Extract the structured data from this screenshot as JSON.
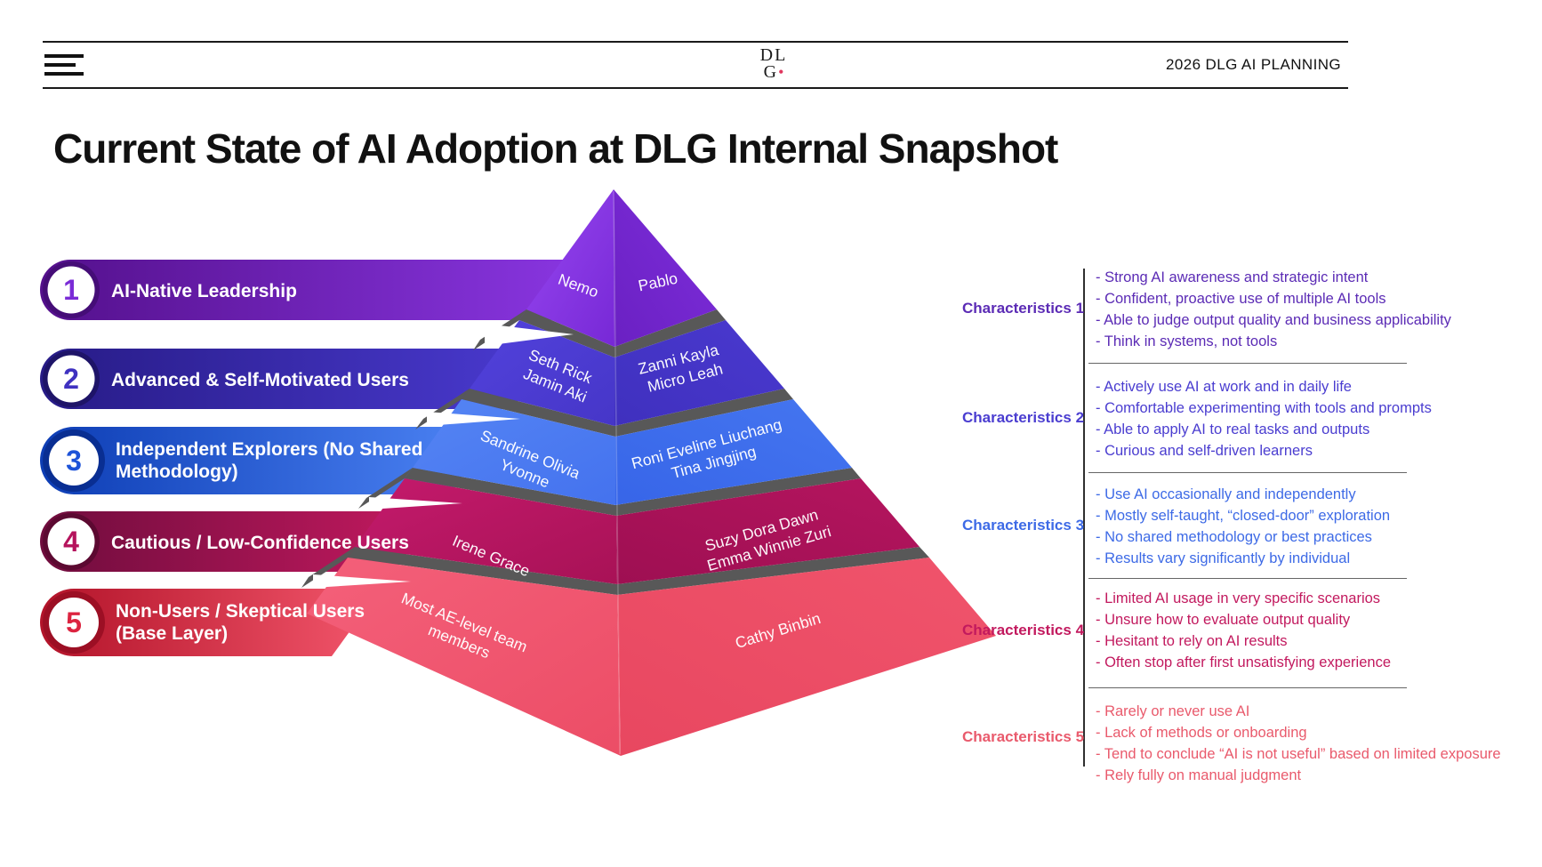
{
  "header": {
    "logo_line1": "DL",
    "logo_line2": "G",
    "logo_dot": "•",
    "right_text": "2026 DLG AI PLANNING"
  },
  "title": "Current State of AI Adoption at DLG Internal Snapshot",
  "levels": [
    {
      "number": "1",
      "pill_lines": [
        "AI-Native Leadership"
      ],
      "left_face_lines": [
        "Nemo"
      ],
      "right_face_lines": [
        "Pablo"
      ],
      "char_label": "Characteristics 1",
      "bullets": [
        "- Strong AI awareness and strategic intent",
        "- Confident, proactive use of multiple AI tools",
        "- Able to judge output quality and business applicability",
        "- Think in systems, not tools"
      ],
      "accent": "#7a2bd6"
    },
    {
      "number": "2",
      "pill_lines": [
        "Advanced & Self-Motivated Users"
      ],
      "left_face_lines": [
        "Seth Rick",
        "Jamin Aki"
      ],
      "right_face_lines": [
        "Zanni Kayla",
        "Micro Leah"
      ],
      "char_label": "Characteristics 2",
      "bullets": [
        "- Actively use AI at work and in daily life",
        "- Comfortable experimenting with tools and prompts",
        "- Able to apply AI to real tasks and outputs",
        "- Curious and self-driven learners"
      ],
      "accent": "#4a3dd0"
    },
    {
      "number": "3",
      "pill_lines": [
        "Independent Explorers (No Shared",
        "Methodology)"
      ],
      "left_face_lines": [
        "Sandrine Olivia",
        "Yvonne"
      ],
      "right_face_lines": [
        "Roni Eveline Liuchang",
        "Tina Jingjing"
      ],
      "char_label": "Characteristics 3",
      "bullets": [
        "- Use AI occasionally and independently",
        "- Mostly self-taught, “closed-door” exploration",
        "- No shared methodology or best practices",
        "- Results vary significantly by individual"
      ],
      "accent": "#3d6ae6"
    },
    {
      "number": "4",
      "pill_lines": [
        "Cautious / Low-Confidence Users"
      ],
      "left_face_lines": [
        "Irene Grace"
      ],
      "right_face_lines": [
        "Suzy Dora Dawn",
        "Emma Winnie Zuri"
      ],
      "char_label": "Characteristics 4",
      "bullets": [
        "- Limited AI usage in very specific scenarios",
        "- Unsure how to evaluate output quality",
        "- Hesitant to rely on AI results",
        "- Often stop after first unsatisfying experience"
      ],
      "accent": "#c2195e"
    },
    {
      "number": "5",
      "pill_lines": [
        "Non-Users / Skeptical Users",
        "(Base Layer)"
      ],
      "left_face_lines": [
        "Most AE-level team",
        "members"
      ],
      "right_face_lines": [
        "Cathy Binbin"
      ],
      "char_label": "Characteristics 5",
      "bullets": [
        "- Rarely or never use AI",
        "- Lack of methods or onboarding",
        "- Tend to conclude “AI is not useful” based on limited exposure",
        "- Rely fully on manual judgment"
      ],
      "accent": "#e95a6c"
    }
  ],
  "palette": {
    "logo_dot": "#e0375e",
    "text": "#111111",
    "gap_gray": "#585858",
    "level1_face": "#8232e0",
    "level2_face": "#4b3ad6",
    "level3_face": "#4a7df0",
    "level4_face": "#bd1862",
    "level5_face": "#f0586f"
  }
}
